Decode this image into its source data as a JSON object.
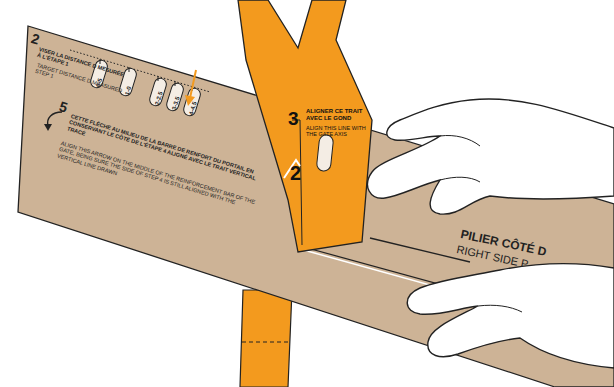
{
  "diagram": {
    "labels": [
      "2",
      "VISER LA DISTANCE D MESURÉE À L'ÉTAPE 1",
      "TARGET DISTANCE D MEASURED STEP 1",
      "0-5",
      "1-0",
      "2-2.5",
      "3-3.5",
      "4-4.5",
      "5",
      "CETTE FLÈCHE AU MILIEU DE LA BARRE DE RENFORT DU PORTAIL EN CONSERVANT LE CÔTÉ DE L'ÉTAPE 4 ALIGNÉ AVEC LE TRAIT VERTICAL TRACÉ",
      "ALIGN THIS ARROW ON THE MIDDLE OF THE REINFORCEMENT BAR OF THE GATE, BEING SURE THE SIDE OF STEP 4 IS STILL ALIGNED WITH THE VERTICAL LINE DRAWN",
      "PILIER CÔTÉ D",
      "RIGHT SIDE P",
      "3",
      "ALIGNER CE TRAIT AVEC LE GOND",
      "ALIGN THIS LINE WITH THE GATE AXIS",
      "2"
    ]
  }
}
